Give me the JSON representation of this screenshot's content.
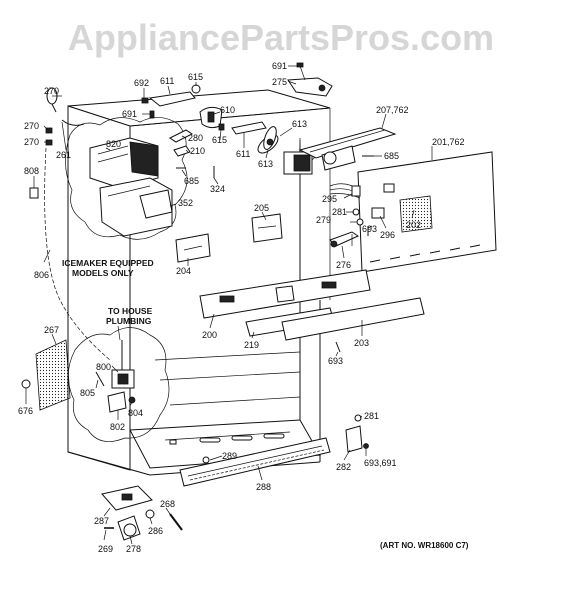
{
  "watermark": "AppliancePartsPros.com",
  "notes": {
    "icemaker_line1": "ICEMAKER EQUIPPED",
    "icemaker_line2": "MODELS ONLY",
    "plumbing_line1": "TO HOUSE",
    "plumbing_line2": "PLUMBING"
  },
  "art_number": "(ART NO. WR18600 C7)",
  "labels": {
    "l691a": "691",
    "l275": "275",
    "l692": "692",
    "l611a": "611",
    "l615a": "615",
    "l691b": "691",
    "l610": "610",
    "l615b": "615",
    "l280": "280",
    "l613a": "613",
    "l613b": "613",
    "l611b": "611",
    "l270a": "270",
    "l270b": "270",
    "l270c": "270",
    "l261": "261",
    "l820": "820",
    "l210": "210",
    "l685a": "685",
    "l324": "324",
    "l207": "207,762",
    "l201": "201,762",
    "l685b": "685",
    "l808": "808",
    "l352": "352",
    "l295": "295",
    "l281a": "281",
    "l279": "279",
    "l693a": "693",
    "l296": "296",
    "l202": "202",
    "l205": "205",
    "l276": "276",
    "l806": "806",
    "l204": "204",
    "l200": "200",
    "l219": "219",
    "l203": "203",
    "l693b": "693",
    "l267": "267",
    "l800": "800",
    "l805": "805",
    "l804": "804",
    "l802": "802",
    "l676": "676",
    "l281b": "281",
    "l282": "282",
    "l693c": "693,691",
    "l289": "289",
    "l288": "288",
    "l287": "287",
    "l268": "268",
    "l286": "286",
    "l269": "269",
    "l278": "278"
  }
}
